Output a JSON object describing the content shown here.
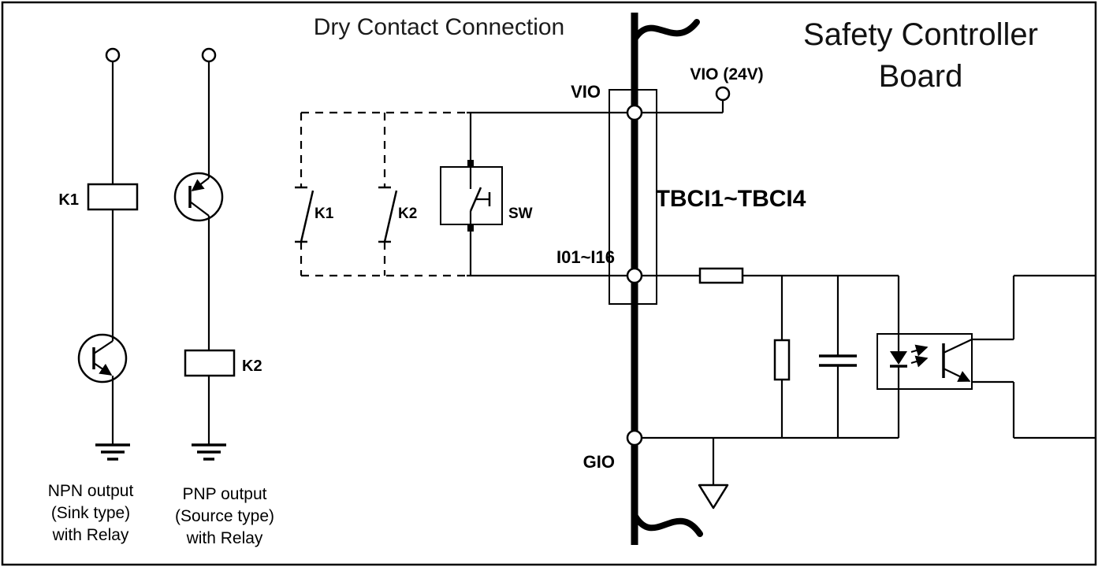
{
  "diagram": {
    "title_left": "Dry Contact Connection",
    "board_title_line1": "Safety Controller",
    "board_title_line2": "Board",
    "terminals": {
      "vio": "VIO",
      "vio_24v": "VIO (24V)",
      "inputs": "I01~I16",
      "gio": "GIO",
      "tbci": "TBCI1~TBCI4"
    },
    "components": {
      "relay_k1": "K1",
      "relay_k2": "K2",
      "contact_k1": "K1",
      "contact_k2": "K2",
      "switch": "SW"
    },
    "captions": {
      "npn": [
        "NPN output",
        "(Sink type)",
        "with Relay"
      ],
      "pnp": [
        "PNP output",
        "(Source type)",
        "with Relay"
      ]
    },
    "colors": {
      "line": "#000000",
      "background": "#ffffff"
    }
  }
}
